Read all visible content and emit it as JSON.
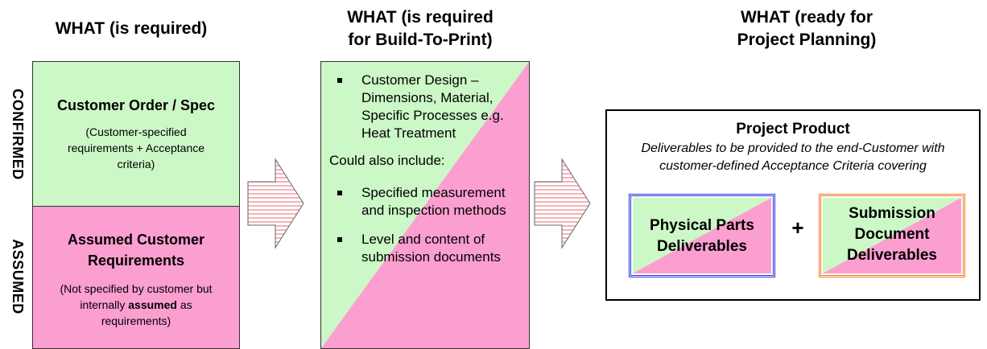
{
  "headings": {
    "col1": "WHAT (is required)",
    "col2_line1": "WHAT (is required",
    "col2_line2": "for Build-To-Print)",
    "col3_line1": "WHAT (ready for",
    "col3_line2": "Project Planning)"
  },
  "side_labels": {
    "confirmed": "CONFIRMED",
    "assumed": "ASSUMED"
  },
  "left_box": {
    "confirmed": {
      "title": "Customer Order / Spec",
      "desc_line1": "(Customer-specified",
      "desc_line2": "requirements + Acceptance",
      "desc_line3": "criteria)"
    },
    "assumed": {
      "title_line1": "Assumed Customer",
      "title_line2": "Requirements",
      "desc_line1": "(Not specified by customer but",
      "desc_line2_pre": "internally ",
      "desc_line2_bold": "assumed",
      "desc_line2_post": " as",
      "desc_line3": "requirements)"
    }
  },
  "middle_box": {
    "bullet1": "Customer Design – Dimensions, Material, Specific Processes e.g. Heat Treatment",
    "also": "Could also include:",
    "bullet2": "Specified measurement and inspection methods",
    "bullet3": "Level and content of submission documents"
  },
  "right_box": {
    "title": "Project Product",
    "desc_line1": "Deliverables to be provided to the end-Customer with",
    "desc_line2": "customer-defined Acceptance Criteria covering",
    "physical_line1": "Physical Parts",
    "physical_line2": "Deliverables",
    "plus": "+",
    "submission_line1": "Submission",
    "submission_line2": "Document",
    "submission_line3": "Deliverables"
  },
  "colors": {
    "green": "#ccf7c6",
    "pink": "#fb9ed0",
    "blue_border": "#1f2fe6",
    "orange_border": "#f27a1d"
  }
}
